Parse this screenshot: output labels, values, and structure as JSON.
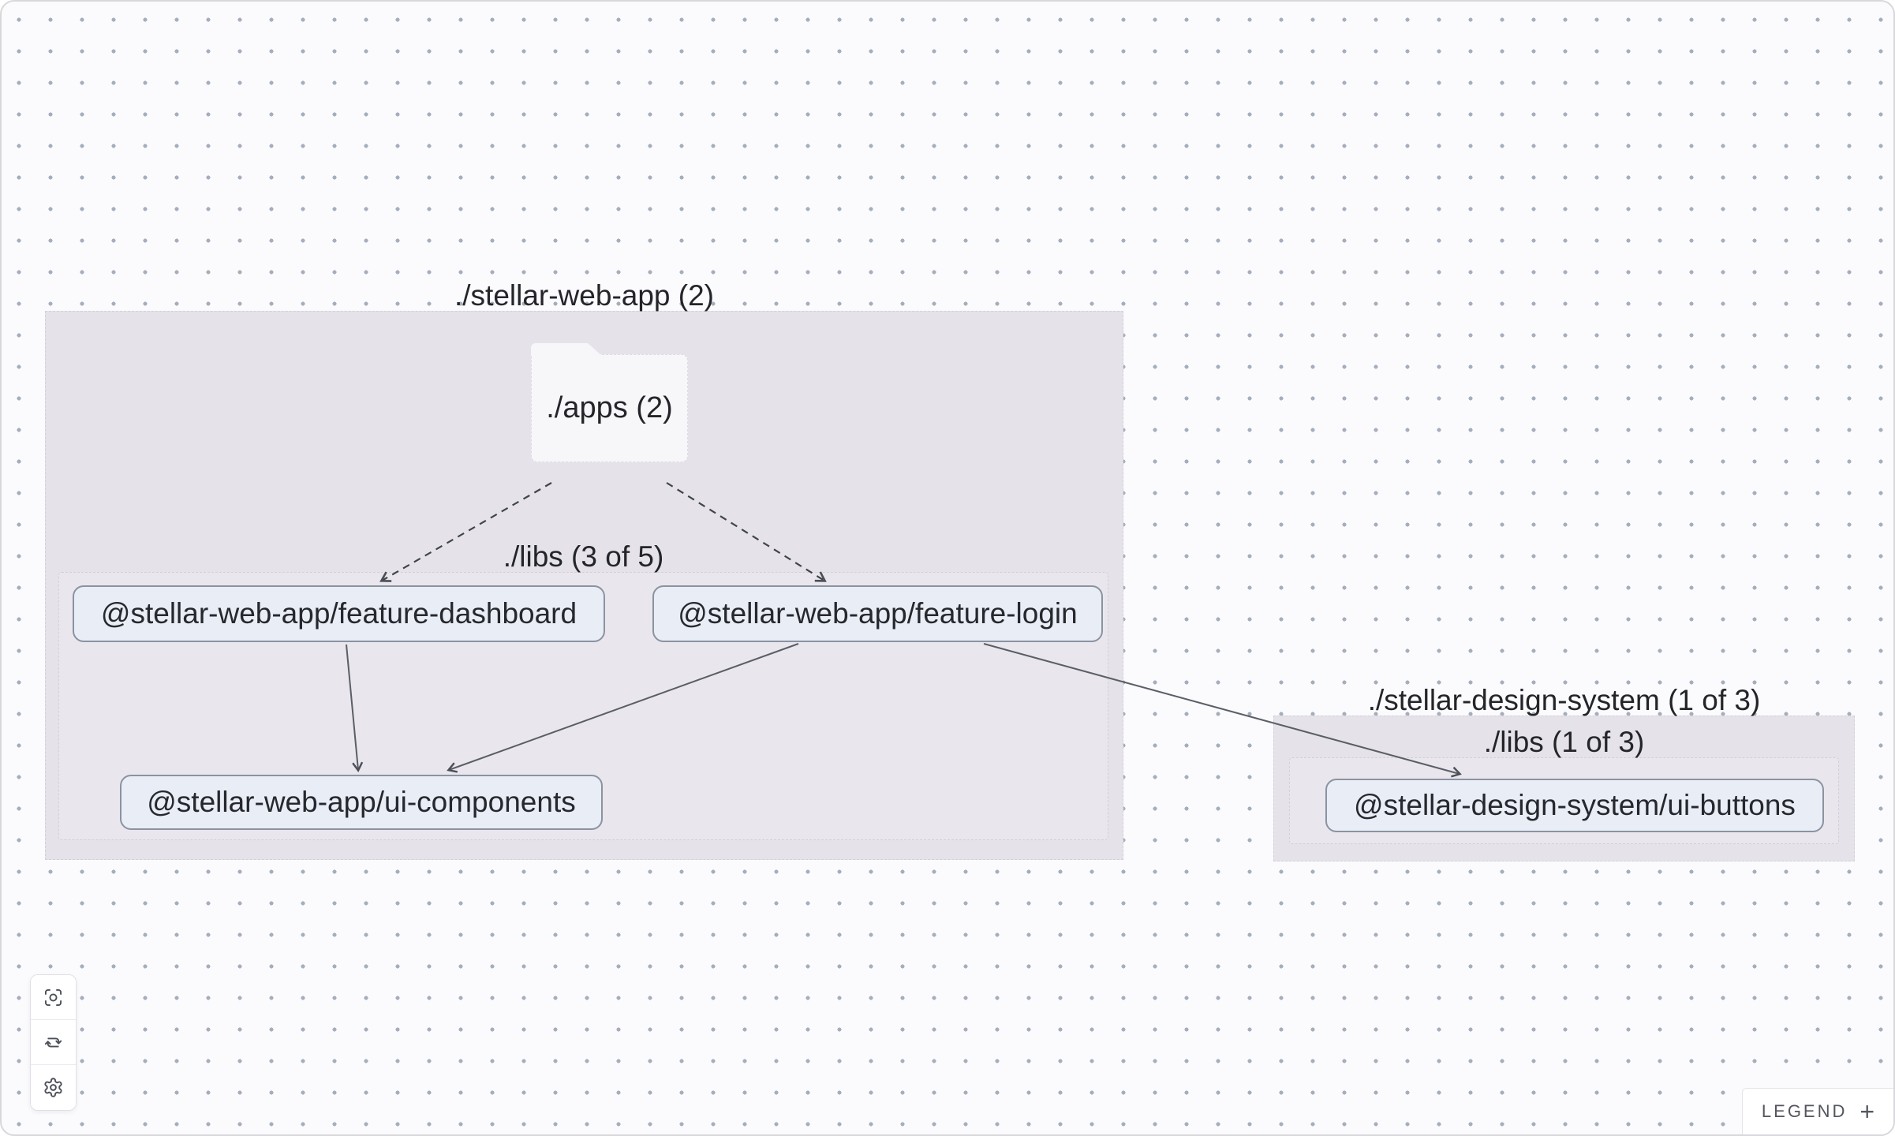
{
  "app": {
    "name": "project-dependency-graph"
  },
  "colors": {
    "canvas_bg": "#fbfbfd",
    "dot_grid": "#a5aebd",
    "group_fill": "#e5e3e9",
    "inner_group_fill": "#e9e7ed",
    "folder_fill": "#f7f6f9",
    "node_fill": "#e9edf6",
    "node_border": "#8b93a1",
    "edge_solid": "#5a5e66",
    "edge_dashed": "#40444c"
  },
  "graph": {
    "groups": [
      {
        "label": "./stellar-web-app (2)",
        "folder_label": "./apps (2)",
        "libs_label": "./libs (3 of 5)",
        "nodes": [
          {
            "label": "@stellar-web-app/feature-dashboard"
          },
          {
            "label": "@stellar-web-app/feature-login"
          },
          {
            "label": "@stellar-web-app/ui-components"
          }
        ]
      },
      {
        "label": "./stellar-design-system (1 of 3)",
        "libs_label": "./libs (1 of 3)",
        "nodes": [
          {
            "label": "@stellar-design-system/ui-buttons"
          }
        ]
      }
    ],
    "edges": [
      {
        "from": "./apps",
        "to": "@stellar-web-app/feature-dashboard",
        "style": "dashed"
      },
      {
        "from": "./apps",
        "to": "@stellar-web-app/feature-login",
        "style": "dashed"
      },
      {
        "from": "@stellar-web-app/feature-dashboard",
        "to": "@stellar-web-app/ui-components",
        "style": "solid"
      },
      {
        "from": "@stellar-web-app/feature-login",
        "to": "@stellar-web-app/ui-components",
        "style": "solid"
      },
      {
        "from": "@stellar-web-app/feature-login",
        "to": "@stellar-design-system/ui-buttons",
        "style": "solid"
      }
    ]
  },
  "toolbar": {
    "buttons": [
      {
        "name": "center-graph",
        "icon": "focus-icon"
      },
      {
        "name": "refresh-graph",
        "icon": "refresh-cycle-icon"
      },
      {
        "name": "settings",
        "icon": "gear-icon"
      }
    ]
  },
  "legend": {
    "label": "LEGEND",
    "toggle": "+"
  }
}
